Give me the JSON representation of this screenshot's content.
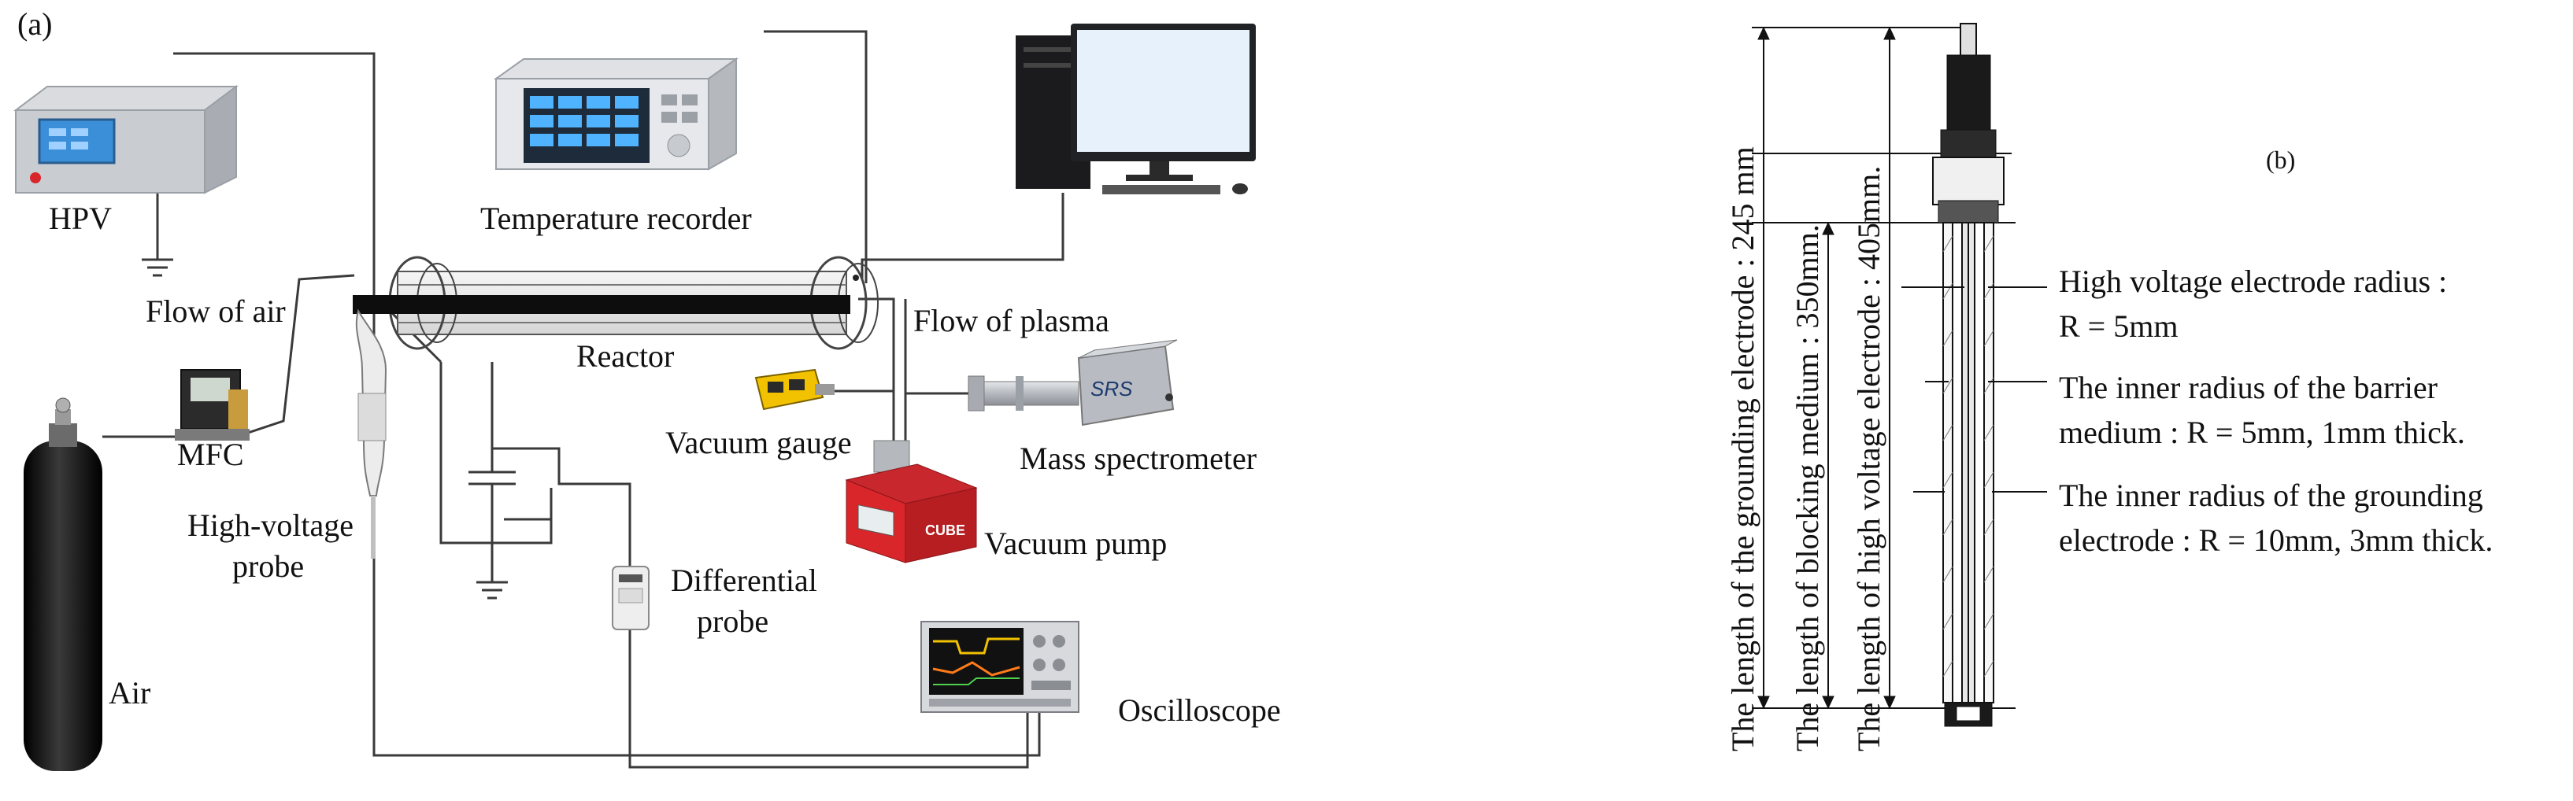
{
  "panel_a": {
    "label": "(a)",
    "components": {
      "hpv": "HPV",
      "temperature_recorder": "Temperature recorder",
      "flow_of_air": "Flow of air",
      "reactor": "Reactor",
      "flow_of_plasma": "Flow of plasma",
      "mfc": "MFC",
      "vacuum_gauge": "Vacuum gauge",
      "mass_spectrometer": "Mass spectrometer",
      "high_voltage_probe_l1": "High-voltage",
      "high_voltage_probe_l2": "probe",
      "vacuum_pump": "Vacuum pump",
      "differential_probe_l1": "Differential",
      "differential_probe_l2": "probe",
      "air": "Air",
      "oscilloscope": "Oscilloscope"
    },
    "device_markings": {
      "mass_spec_brand": "SRS",
      "pump_brand": "CUBE"
    }
  },
  "panel_b": {
    "label": "(b)",
    "dimensions": {
      "grounding_electrode_length": "The length of the grounding electrode : 245 mm",
      "blocking_medium_length": "The length of blocking medium : 350mm.",
      "hv_electrode_length": "The length of high voltage electrode : 405mm."
    },
    "annotations": {
      "hv_radius_l1": "High voltage electrode radius :",
      "hv_radius_l2": "R = 5mm",
      "barrier_l1": "The inner radius of the barrier",
      "barrier_l2": "medium : R = 5mm, 1mm thick.",
      "ground_l1": "The inner radius of the grounding",
      "ground_l2": "electrode : R = 10mm, 3mm thick."
    }
  },
  "colors": {
    "line": "#333333",
    "hpv_case": "#c9ccd0",
    "hpv_screen": "#3b8fd8",
    "recorder_screen": "#1d2b3a",
    "cylinder": "#111111",
    "gauge_yellow": "#f2c200",
    "pump_red": "#d9262b",
    "mass_spec_silver": "#b8bcc2",
    "probe_cable": "#bfbfbf"
  }
}
